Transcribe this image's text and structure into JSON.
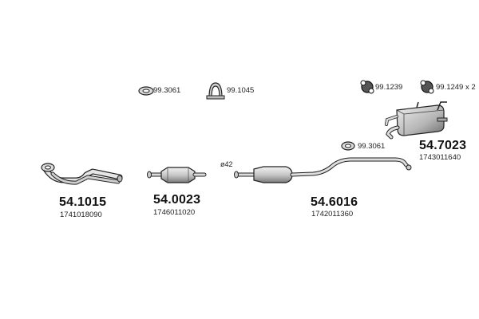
{
  "parts": [
    {
      "code": "54.1015",
      "number": "1741018090"
    },
    {
      "code": "54.0023",
      "number": "1746011020"
    },
    {
      "code": "54.6016",
      "number": "1742011360"
    },
    {
      "code": "54.7023",
      "number": "1743011640"
    }
  ],
  "accessories": [
    {
      "code": "99.3061",
      "icon": "gasket-icon"
    },
    {
      "code": "99.1045",
      "icon": "clamp-icon"
    },
    {
      "code": "99.1239",
      "icon": "rubber-mount-icon"
    },
    {
      "code": "99.1249 x 2",
      "icon": "rubber-mount-icon"
    },
    {
      "code": "99.3061",
      "icon": "gasket-icon"
    }
  ],
  "diameter_label": "ø42"
}
